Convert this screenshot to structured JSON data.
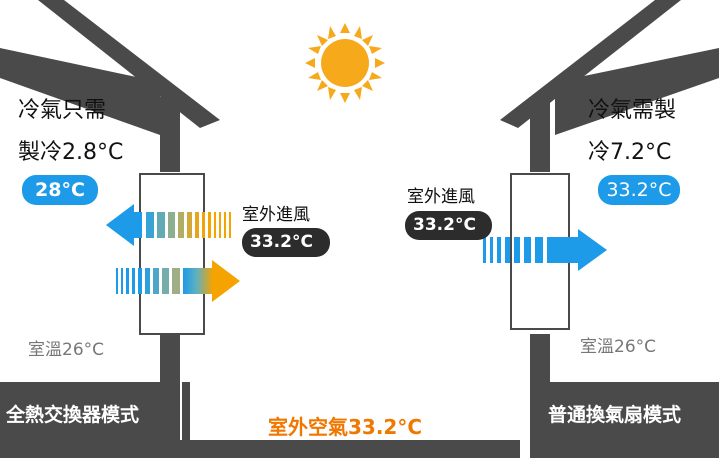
{
  "left_panel": {
    "title_line1": "冷氣只需",
    "title_line2": "製冷2.8°C",
    "indoor_temp_badge": "28°C",
    "outside_air_label": "室外進風",
    "outside_air_temp": "33.2°C",
    "room_temp": "室溫26°C",
    "mode_label": "全熱交換器模式"
  },
  "right_panel": {
    "title_line1": "冷氣需製",
    "title_line2": "冷7.2°C",
    "indoor_temp_badge": "33.2°C",
    "outside_air_label": "室外進風",
    "outside_air_temp": "33.2°C",
    "room_temp": "室溫26°C",
    "mode_label": "普通換氣扇模式"
  },
  "center": {
    "outdoor_air_label": "室外空氣33.2°C"
  },
  "colors": {
    "building": "#4a4a4a",
    "blue": "#1e9be8",
    "orange": "#f5a300",
    "orange_text": "#f07800",
    "badge_dark": "#2c2c2c",
    "sun": "#f7a91c"
  },
  "icons": {
    "sun": "sun-icon",
    "arrows": "airflow-arrow-icon"
  }
}
